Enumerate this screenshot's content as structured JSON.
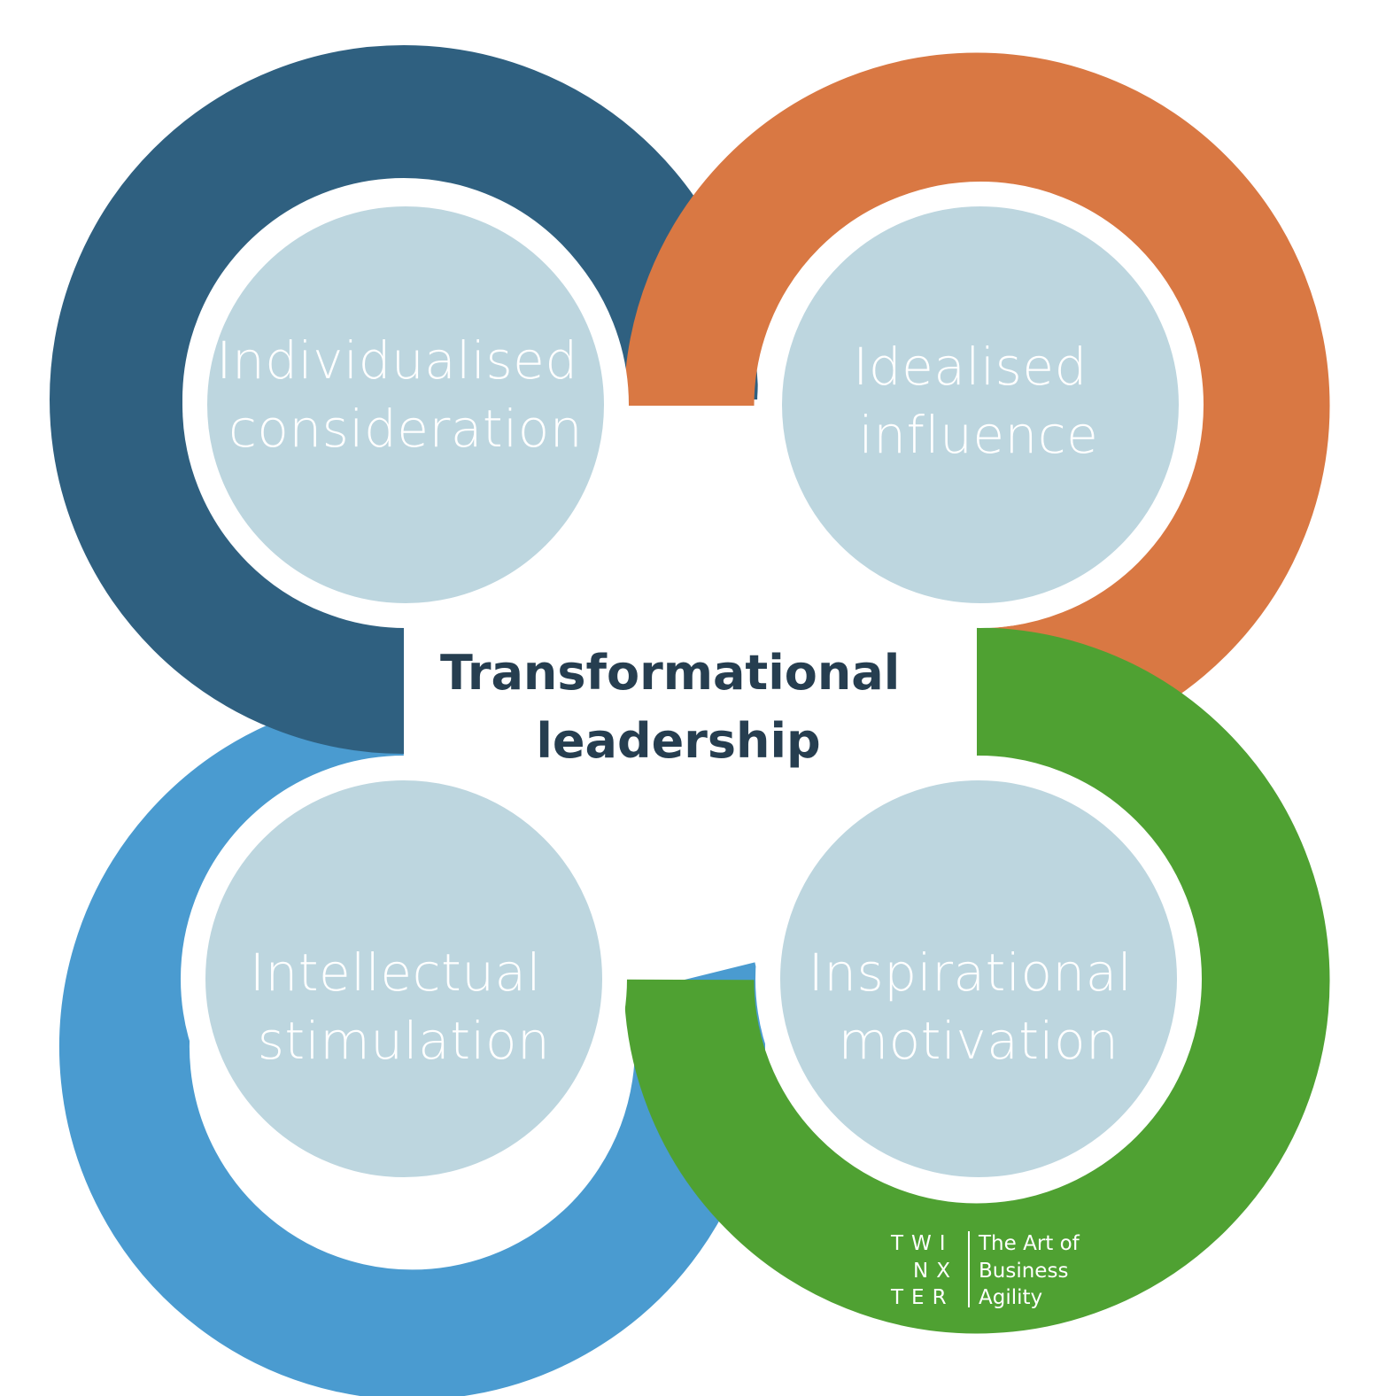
{
  "center": {
    "line1": "Transformational",
    "line2": "leadership"
  },
  "quadrants": [
    {
      "id": "top-left",
      "line1": "Individualised",
      "line2": "consideration",
      "color": "#2f6080"
    },
    {
      "id": "top-right",
      "line1": "Idealised",
      "line2": "influence",
      "color": "#d97843"
    },
    {
      "id": "bottom-left",
      "line1": "Intellectual",
      "line2": "stimulation",
      "color": "#4a9bd0"
    },
    {
      "id": "bottom-right",
      "line1": "Inspirational",
      "line2": "motivation",
      "color": "#4fa132"
    }
  ],
  "inner_color": "#bdd6df",
  "center_text_color": "#263e50",
  "logo": {
    "letters_row1": "TWI",
    "letters_row2": "NX",
    "letters_row3": "TER",
    "tagline_line1": "The Art of",
    "tagline_line2": "Business",
    "tagline_line3": "Agility"
  }
}
